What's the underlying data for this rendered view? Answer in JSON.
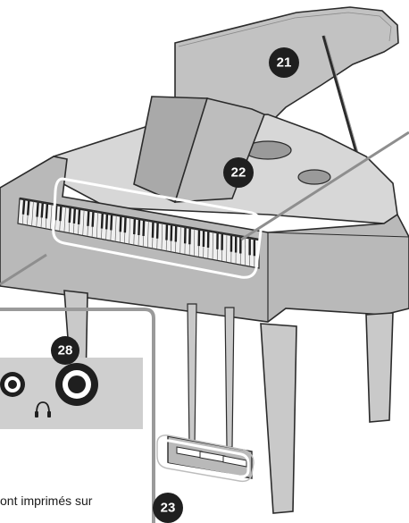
{
  "callouts": {
    "lid": "21",
    "music_rest": "22",
    "pedals": "23",
    "headphone_jacks": "28"
  },
  "caption_text": "ont imprimés sur",
  "icons": {
    "headphones": "headphones-icon"
  },
  "colors": {
    "piano_body": "#b9b9b9",
    "piano_dark": "#8e8e8e",
    "outline": "#2b2b2b",
    "inset_panel": "#cfcfcf",
    "badge": "#1f1f1f",
    "highlight": "#ffffff"
  }
}
